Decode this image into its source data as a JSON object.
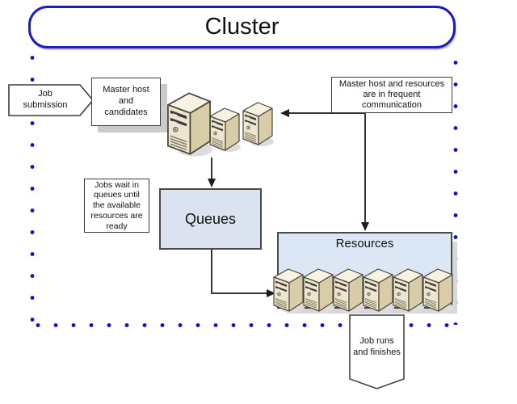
{
  "diagram": {
    "cluster_label": "Cluster",
    "job_submission": "Job\nsubmission",
    "master_host_candidates": "Master host\nand\ncandidates",
    "comm_note": "Master host and resources\nare in frequent\ncommunication",
    "jobs_wait_note": "Jobs wait in\nqueues until\nthe available\nresources are\nready",
    "queues_label": "Queues",
    "resources_label": "Resources",
    "job_runs_label": "Job runs\nand finishes",
    "master_server_count": 3,
    "resource_server_count": 6
  },
  "colors": {
    "cluster_border": "#1c1cc6",
    "dots": "#1212cc",
    "queues_fill": "#dbe3f0",
    "resources_fill": "#dce7f5",
    "box_border": "#3c3c3c",
    "line": "#333333",
    "server_front": "#ede5cd",
    "server_side": "#d9cda9",
    "server_top": "#f7f2e2"
  }
}
